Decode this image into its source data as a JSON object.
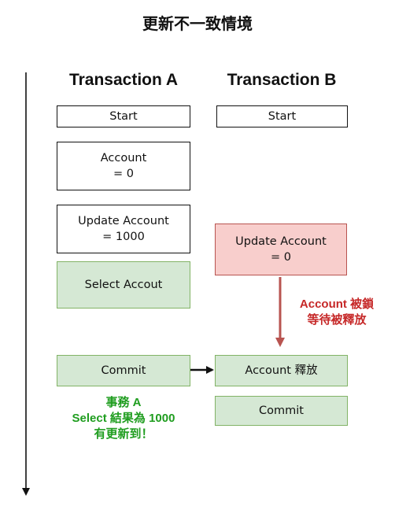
{
  "title": "更新不一致情境",
  "columns": {
    "a": "Transaction A",
    "b": "Transaction B"
  },
  "transaction_a": {
    "start": "Start",
    "read": "Account\n= 0",
    "update": "Update Account\n= 1000",
    "select": "Select Accout",
    "commit": "Commit"
  },
  "transaction_b": {
    "start": "Start",
    "update": "Update Account\n= 0",
    "release": "Account 釋放",
    "commit": "Commit"
  },
  "notes": {
    "lock": "Account 被鎖\n等待被釋放",
    "result": "事務 A\nSelect 結果為 1000\n有更新到！"
  },
  "colors": {
    "green_fill": "#d5e8d4",
    "green_stroke": "#82b366",
    "red_fill": "#f8cecc",
    "red_stroke": "#b85450",
    "red_text": "#c62828",
    "green_text": "#1f9d1f"
  }
}
